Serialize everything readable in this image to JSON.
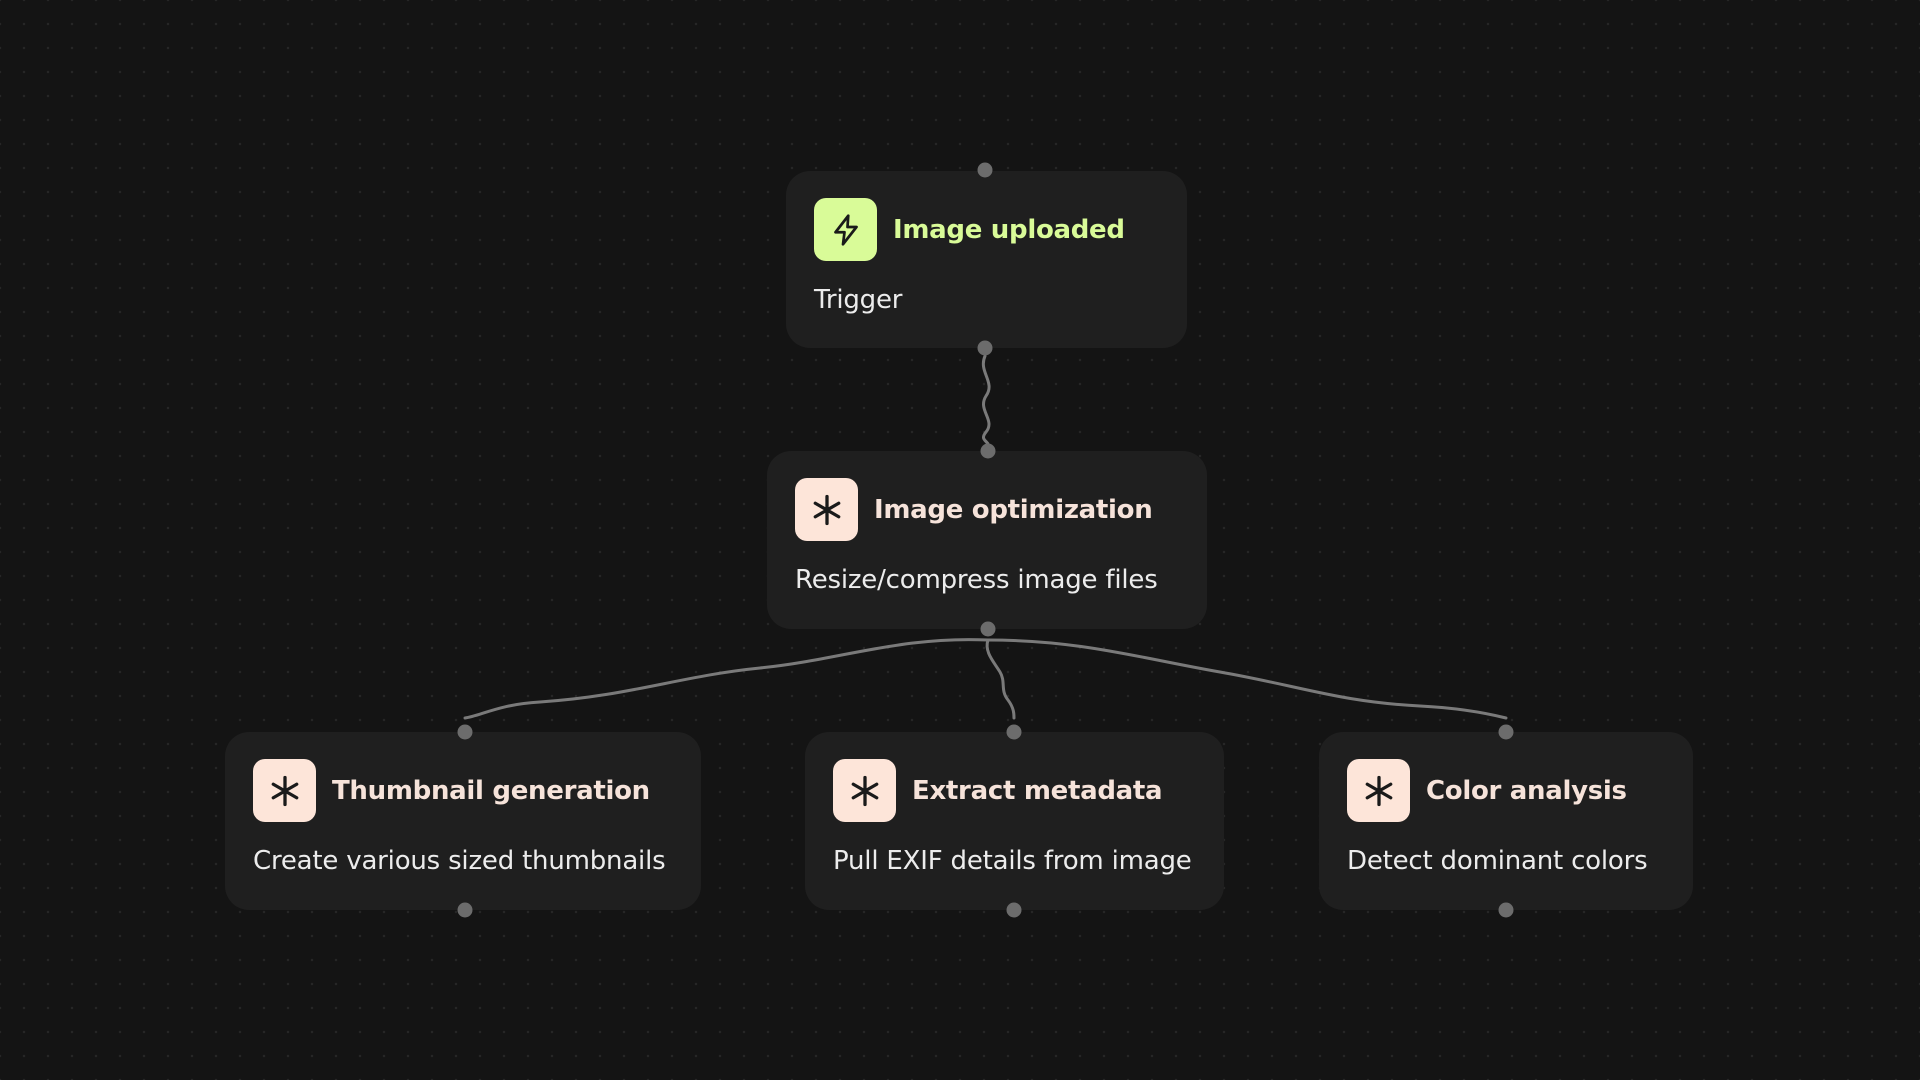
{
  "nodes": [
    {
      "id": "image-uploaded",
      "kind": "trigger",
      "icon": "lightning-icon",
      "title": "Image uploaded",
      "subtitle": "Trigger"
    },
    {
      "id": "image-optimization",
      "kind": "action",
      "icon": "asterisk-icon",
      "title": "Image optimization",
      "subtitle": "Resize/compress image files"
    },
    {
      "id": "thumbnail-generation",
      "kind": "action",
      "icon": "asterisk-icon",
      "title": "Thumbnail generation",
      "subtitle": "Create various sized thumbnails"
    },
    {
      "id": "extract-metadata",
      "kind": "action",
      "icon": "asterisk-icon",
      "title": "Extract metadata",
      "subtitle": "Pull EXIF details from image"
    },
    {
      "id": "color-analysis",
      "kind": "action",
      "icon": "asterisk-icon",
      "title": "Color analysis",
      "subtitle": "Detect dominant colors"
    }
  ],
  "edges": [
    {
      "from": "image-uploaded",
      "to": "image-optimization"
    },
    {
      "from": "image-optimization",
      "to": "thumbnail-generation"
    },
    {
      "from": "image-optimization",
      "to": "extract-metadata"
    },
    {
      "from": "image-optimization",
      "to": "color-analysis"
    }
  ],
  "colors": {
    "background": "#141414",
    "node_fill": "#1f1f1f",
    "trigger_accent": "#d9fb98",
    "action_accent": "#fde5d9",
    "edge": "#7a7a7a",
    "port": "#6c6c6c"
  }
}
